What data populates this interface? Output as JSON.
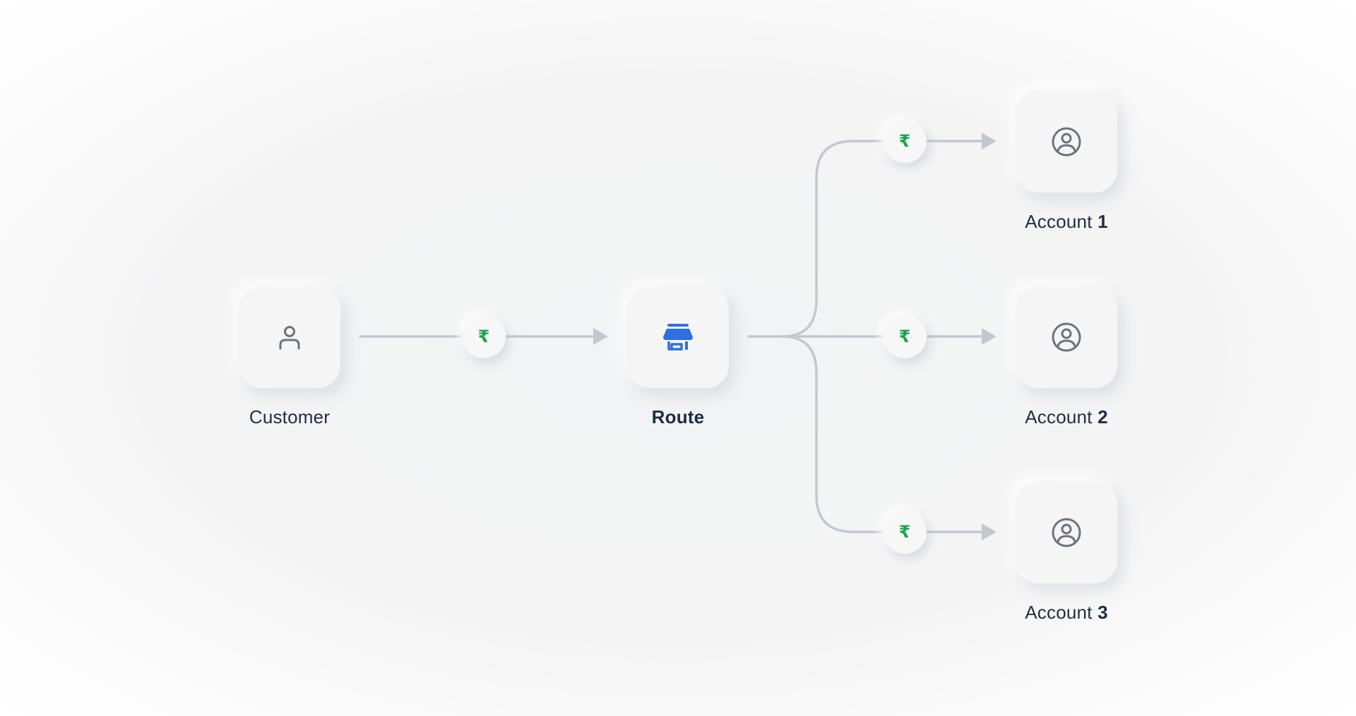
{
  "diagram": {
    "customer": {
      "label": "Customer",
      "icon": "user-icon"
    },
    "route": {
      "label": "Route",
      "icon": "storefront-icon",
      "icon_color": "#2f6fe0"
    },
    "accounts": [
      {
        "label_prefix": "Account",
        "number": "1",
        "icon": "user-circle-icon"
      },
      {
        "label_prefix": "Account",
        "number": "2",
        "icon": "user-circle-icon"
      },
      {
        "label_prefix": "Account",
        "number": "3",
        "icon": "user-circle-icon"
      }
    ],
    "payment_symbol": "₹",
    "payment_color": "#1aa34a",
    "edges": [
      {
        "from": "Customer",
        "to": "Route"
      },
      {
        "from": "Route",
        "to": "Account 1"
      },
      {
        "from": "Route",
        "to": "Account 2"
      },
      {
        "from": "Route",
        "to": "Account 3"
      }
    ]
  }
}
